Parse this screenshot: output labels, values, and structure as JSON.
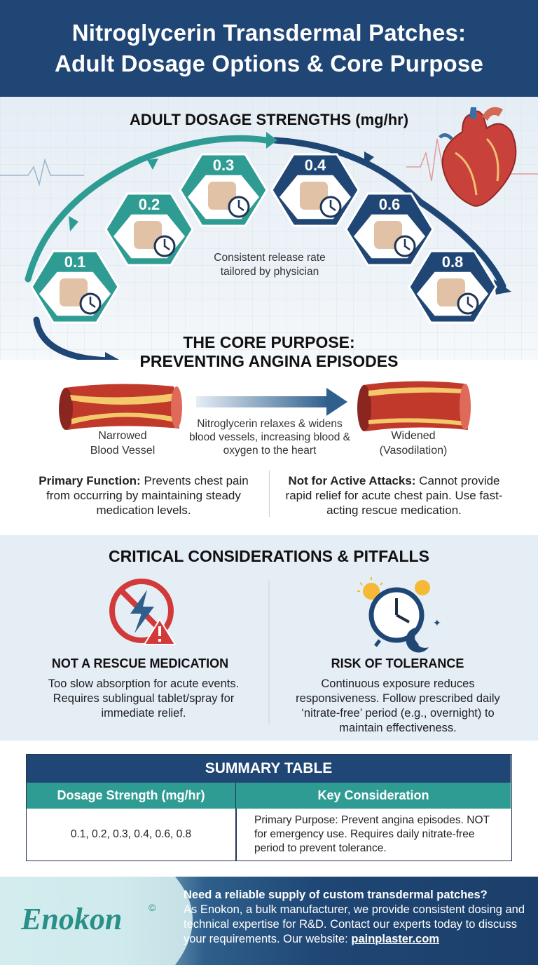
{
  "header": {
    "title_line1": "Nitroglycerin Transdermal Patches:",
    "title_line2": "Adult Dosage Options & Core Purpose"
  },
  "dosage": {
    "title": "ADULT DOSAGE STRENGTHS (mg/hr)",
    "strengths": [
      "0.1",
      "0.2",
      "0.3",
      "0.4",
      "0.6",
      "0.8"
    ],
    "note": "Consistent release rate tailored by physician"
  },
  "purpose": {
    "title_line1": "THE CORE PURPOSE:",
    "title_line2": "PREVENTING ANGINA EPISODES",
    "narrowed_line1": "Narrowed",
    "narrowed_line2": "Blood Vessel",
    "mechanism": "Nitroglycerin relaxes & widens blood vessels, increasing blood & oxygen to the heart",
    "widened_line1": "Widened",
    "widened_line2": "(Vasodilation)",
    "primary_label": "Primary Function:",
    "primary_text": "Prevents chest pain from occurring by maintaining steady medication levels.",
    "notfor_label": "Not for Active Attacks:",
    "notfor_text": "Cannot provide rapid relief for acute chest pain. Use fast-acting rescue medication."
  },
  "critical": {
    "title": "CRITICAL CONSIDERATIONS & PITFALLS",
    "rescue_title": "NOT A RESCUE MEDICATION",
    "rescue_text": "Too slow absorption for acute events. Requires sublingual tablet/spray for immediate relief.",
    "tolerance_title": "RISK OF TOLERANCE",
    "tolerance_text": "Continuous exposure reduces responsiveness. Follow prescribed daily ‘nitrate-free’ period (e.g., overnight) to maintain effectiveness."
  },
  "summary": {
    "title": "SUMMARY TABLE",
    "col1": "Dosage Strength (mg/hr)",
    "col2": "Key Consideration",
    "row_strengths": "0.1, 0.2, 0.3, 0.4, 0.6, 0.8",
    "row_consideration": "Primary Purpose: Prevent angina episodes. NOT for emergency use. Requires daily nitrate-free period to prevent tolerance."
  },
  "footer": {
    "brand": "Enokon",
    "brand_mark": "©",
    "question": "Need a reliable supply of custom transdermal patches?",
    "body": "As Enokon, a bulk manufacturer, we provide consistent dosing and technical expertise for R&D. Contact our experts today to discuss your requirements. Our website: ",
    "website": "painplaster.com"
  },
  "colors": {
    "navy": "#1f4674",
    "teal": "#2f9c93",
    "patch": "#e2c2a6",
    "vessel_red": "#c0392b",
    "plaque": "#f3c96b",
    "warning_red": "#d23a3a"
  },
  "icons": [
    "heart-icon",
    "ecg-line-icon",
    "patch-icon",
    "clock-icon",
    "arrow-icon",
    "blood-vessel-icon",
    "no-lightning-icon",
    "warning-icon",
    "sun-icon",
    "moon-icon",
    "alarm-clock-icon"
  ]
}
